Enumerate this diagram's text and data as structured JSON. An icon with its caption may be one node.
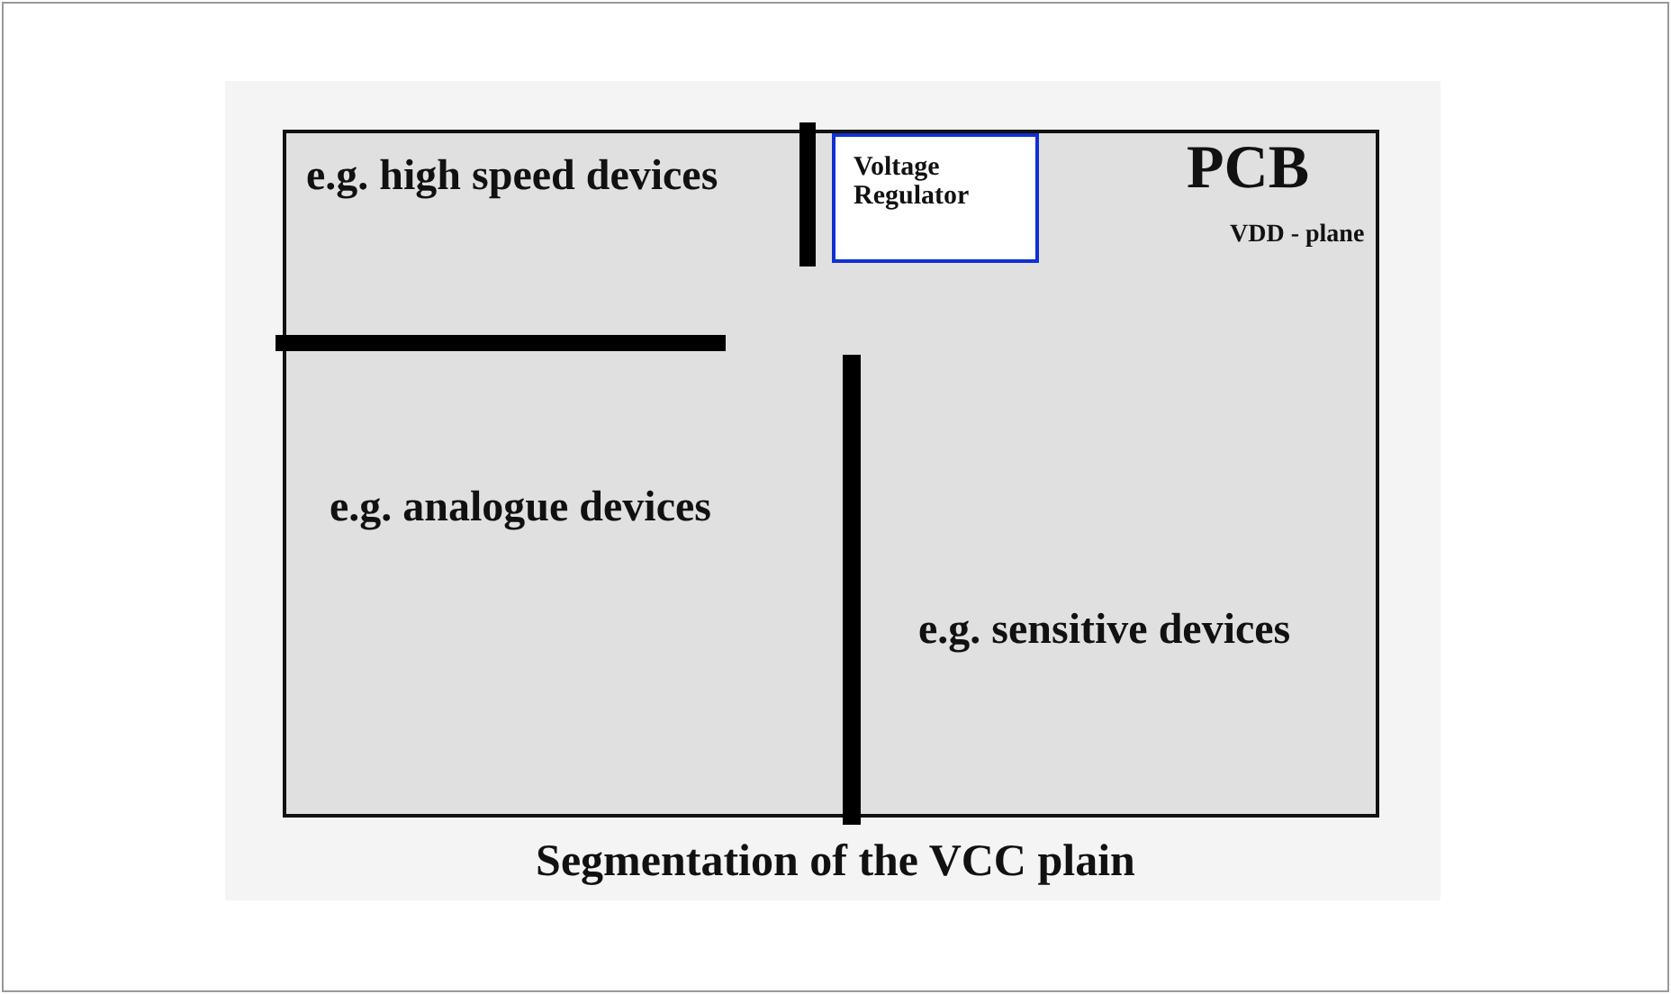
{
  "diagram": {
    "caption": "Segmentation of the VCC plain",
    "nodes": [
      {
        "text": [
          "PCB",
          "VDD - plane"
        ]
      },
      {
        "text": [
          "Voltage Regulator"
        ],
        "in": 0
      }
    ],
    "labels": [
      "e.g. high speed devices",
      "e.g. analogue devices",
      "e.g. sensitive devices"
    ]
  }
}
